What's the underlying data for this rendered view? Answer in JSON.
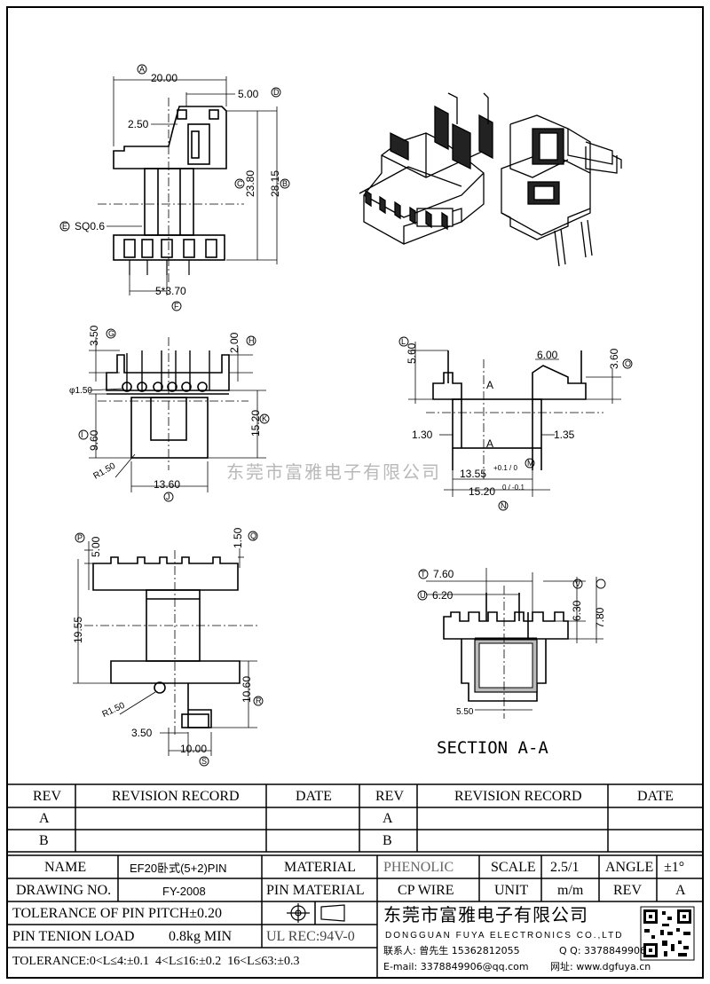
{
  "watermark": "东莞市富雅电子有限公司",
  "section_label": "SECTION A-A",
  "dims": {
    "top_width": "20.00",
    "top_5": "5.00",
    "top_250": "2.50",
    "top_2380": "23.80",
    "top_2815": "28.15",
    "sq": "SQ0.6",
    "pitch": "5*3.70",
    "side_350": "3.50",
    "side_200": "2.00",
    "side_d150": "φ1.50",
    "side_960": "9.60",
    "side_1520": "15.20",
    "side_r150": "R1.50",
    "side_1360": "13.60",
    "bot_500": "5.00",
    "bot_150": "1.50",
    "bot_1955": "19.55",
    "bot_r150": "R1.50",
    "bot_1060": "10.60",
    "bot_350": "3.50",
    "bot_1000": "10.00",
    "s_560": "5.60",
    "s_600": "6.00",
    "s_360": "3.60",
    "s_130": "1.30",
    "s_135": "1.35",
    "s_1355": "13.55",
    "s_1355_tol": "+0.1 / 0",
    "s_1520": "15.20",
    "s_1520_tol": "0 / -0.1",
    "a_760": "7.60",
    "a_620": "6.20",
    "a_630": "6.30",
    "a_780": "7.80",
    "a_550": "5.50",
    "sec_a": "A"
  },
  "circles": {
    "A": "A",
    "B": "B",
    "C": "C",
    "D": "D",
    "E": "E",
    "F": "F",
    "G": "G",
    "H": "H",
    "I": "I",
    "J": "J",
    "K": "K",
    "L": "L",
    "M": "M",
    "N": "N",
    "O": "O",
    "P": "P",
    "Q": "Q",
    "R": "R",
    "S": "S",
    "T": "T",
    "U": "U",
    "V": "V"
  },
  "revision": {
    "headers": {
      "rev": "REV",
      "record": "REVISION RECORD",
      "date": "DATE"
    },
    "rows": [
      "A",
      "B"
    ]
  },
  "info": {
    "name_label": "NAME",
    "name_value": "EF20卧式(5+2)PIN",
    "material_label": "MATERIAL",
    "material_value": "PHENOLIC",
    "scale_label": "SCALE",
    "scale_value": "2.5/1",
    "angle_label": "ANGLE",
    "angle_value": "±1°",
    "drawing_label": "DRAWING NO.",
    "drawing_value": "FY-2008",
    "pin_material_label": "PIN MATERIAL",
    "pin_material_value": "CP WIRE",
    "unit_label": "UNIT",
    "unit_value": "m/m",
    "rev_label": "REV",
    "rev_value": "A",
    "pitch_tol": "TOLERANCE OF PIN PITCH±0.20",
    "pin_tension_label": "PIN TENION LOAD",
    "pin_tension_value": "0.8kg MIN",
    "ul": "UL REC:94V-0",
    "tolerance": "TOLERANCE:0<L≤4:±0.1  4<L≤16:±0.2  16<L≤63:±0.3"
  },
  "company": {
    "name_cn": "东莞市富雅电子有限公司",
    "name_en": "DONGGUAN FUYA ELECTRONICS CO.,LTD",
    "contact": "联系人: 曾先生 15362812055",
    "qq": "Q Q: 3378849906",
    "email": "E-mail: 3378849906@qq.com",
    "web": "网址: www.dgfuya.cn"
  }
}
